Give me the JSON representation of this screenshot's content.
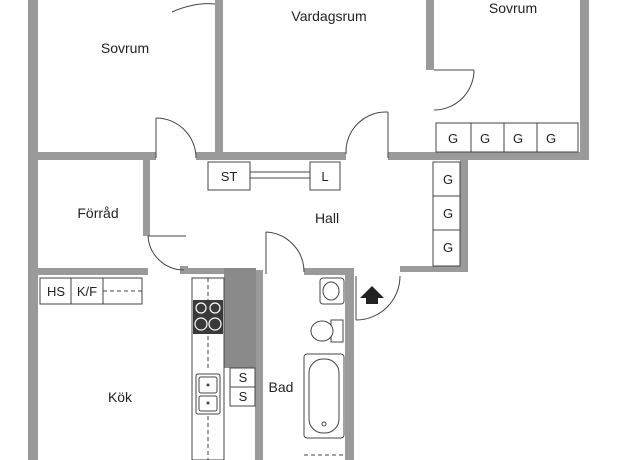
{
  "rooms": {
    "bedroom_left": "Sovrum",
    "living": "Vardagsrum",
    "bedroom_right": "Sovrum",
    "storage": "Förråd",
    "hall": "Hall",
    "kitchen": "Kök",
    "bath": "Bad"
  },
  "fixtures": {
    "wardrobes_top": [
      "G",
      "G",
      "G",
      "G"
    ],
    "wardrobes_side": [
      "G",
      "G",
      "G"
    ],
    "hall_st": "ST",
    "hall_l": "L",
    "kitchen_hs": "HS",
    "kitchen_kf": "K/F",
    "bath_s1": "S",
    "bath_s2": "S"
  },
  "colors": {
    "wall": "#9a9a9a",
    "wall_dark": "#8a8a8a",
    "line": "#444444",
    "stove": "#3a3a3a",
    "background": "#ffffff"
  }
}
